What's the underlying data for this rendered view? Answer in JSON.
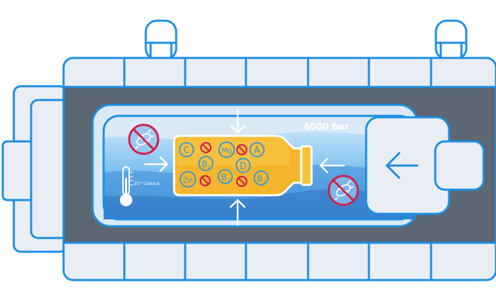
{
  "diagram": {
    "pressure_label": "6000 bar",
    "temperature_label": "25° Celsius",
    "nutrients": [
      {
        "symbol": "C",
        "sub": ""
      },
      {
        "symbol": "Mg",
        "sub": ""
      },
      {
        "symbol": "A",
        "sub": ""
      },
      {
        "symbol": "B",
        "sub": "1"
      },
      {
        "symbol": "D",
        "sub": ""
      },
      {
        "symbol": "Zn",
        "sub": ""
      },
      {
        "symbol": "B",
        "sub": "1"
      },
      {
        "symbol": "B",
        "sub": "1"
      }
    ],
    "colors": {
      "outline": "#1a8fe3",
      "machine_fill": "#e9eef5",
      "chamber_dark": "#5d6673",
      "water": "#6cb4ea",
      "water_deep": "#3f8fd8",
      "juice": "#f5b62d",
      "cap": "#f3c53b",
      "forbid": "#d11f4a",
      "white": "#ffffff"
    },
    "icons": [
      "thermometer-icon",
      "bacteria-forbidden-icon",
      "bacteria-forbidden-icon",
      "piston-arrow-icon",
      "pressure-arrow-icon"
    ]
  }
}
